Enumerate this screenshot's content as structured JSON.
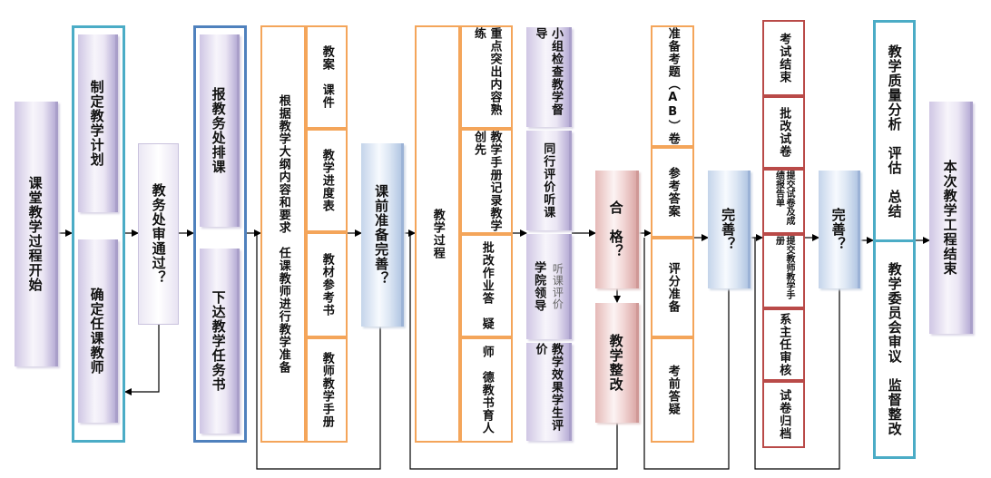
{
  "flow": {
    "start": "课堂教学过程开始",
    "plan": "制定教学计划",
    "assign_teacher": "确定任课教师",
    "approve_check": "教务处审通过？",
    "report_schedule": "报教务处排课",
    "issue_task": "下达教学任务书",
    "prep_desc": "根据教学大纲内容和要求　任课教师进行教学准备",
    "prep_items": [
      "教案　课件",
      "教学进度表",
      "教材参考书",
      "教师教学手册"
    ],
    "prep_done": "课前准备完善？",
    "teaching_process": "教学过程",
    "process_items": [
      "重点突出内容熟练",
      "教学手册记录教学创先",
      "批改作业答　疑",
      "师　德教书育人"
    ],
    "inspect_items": [
      "小组检查教学督导",
      "同行评价听课",
      "学院领导",
      "教学效果学生评价"
    ],
    "inspect_item3_side": "听课评价",
    "qualified": "合　格？",
    "rectify": "教学整改",
    "exam_items": [
      "准备考题（AB）卷",
      "参考答案",
      "评分准备",
      "考前答疑"
    ],
    "perfect1": "完善？",
    "after_exam_items": [
      "考试结束",
      "批改试卷",
      "提交试卷及成绩报告单",
      "提交教师教学手册",
      "系主任审核",
      "试卷归档"
    ],
    "perfect2": "完善？",
    "quality_analysis": "教学质量分析　评估　总结",
    "committee": "教学委员会审议　监督整改",
    "end": "本次教学工程结束"
  },
  "colors": {
    "teal_frame": "#4bacc6",
    "blue_frame": "#4f81bd",
    "orange_frame": "#f79646",
    "red_frame": "#c0504d",
    "arrow": "#000000"
  }
}
